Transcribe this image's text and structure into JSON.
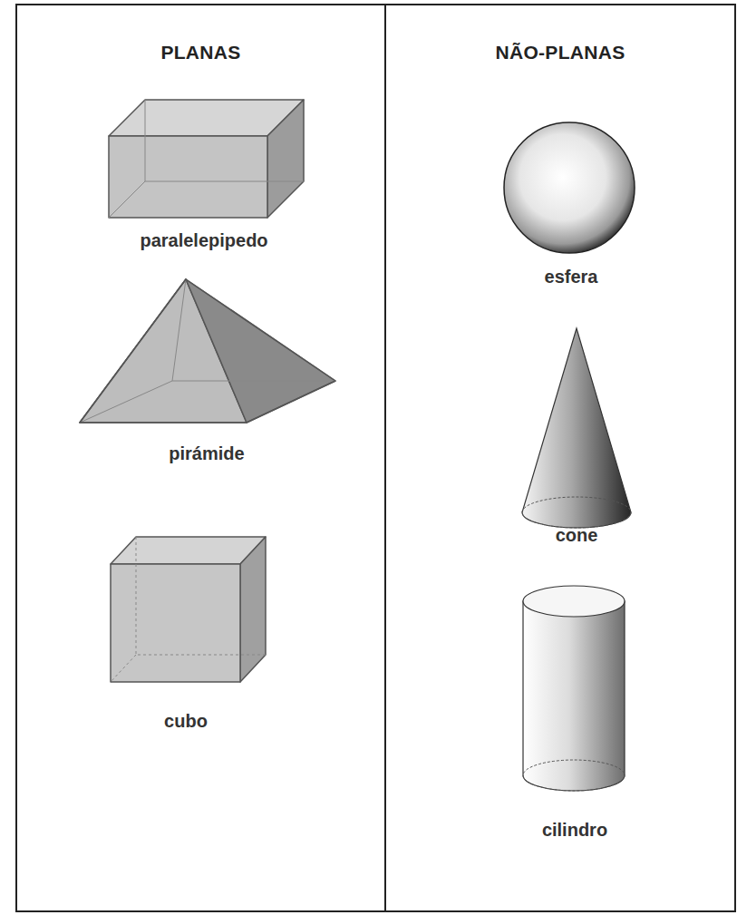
{
  "diagram": {
    "nodes": [
      {
        "text": [
          "PLANAS"
        ]
      },
      {
        "text": [
          "NÃO-PLANAS"
        ]
      },
      {
        "text": [
          "paralelepipedo"
        ],
        "in": 0
      },
      {
        "text": [
          "pirámide"
        ],
        "in": 0
      },
      {
        "text": [
          "cubo"
        ],
        "in": 0
      },
      {
        "text": [
          "esfera"
        ],
        "in": 1
      },
      {
        "text": [
          "cone"
        ],
        "in": 1
      },
      {
        "text": [
          "cilindro"
        ],
        "in": 1
      }
    ]
  }
}
